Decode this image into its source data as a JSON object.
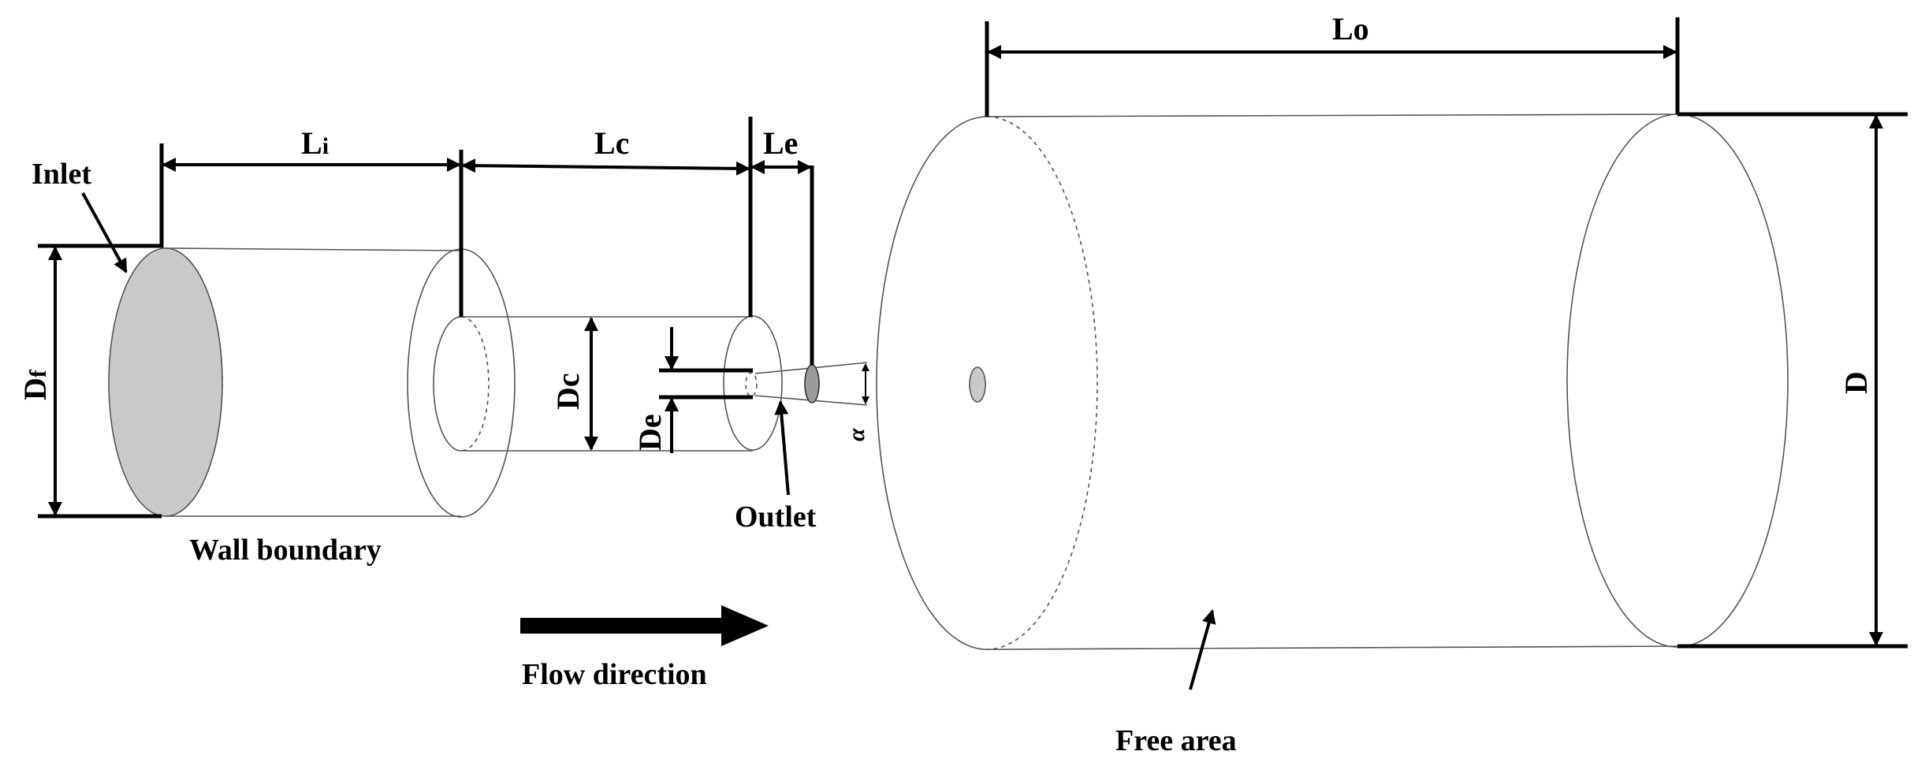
{
  "labels": {
    "inlet": "Inlet",
    "wall_boundary": "Wall boundary",
    "outlet": "Outlet",
    "flow_direction": "Flow direction",
    "free_area": "Free area",
    "li_main": "L",
    "li_sub": "i",
    "lc": "Lc",
    "le": "Le",
    "lo": "Lo",
    "df_main": "D",
    "df_sub": "f",
    "dc": "Dc",
    "de": "De",
    "d": "D",
    "alpha": "α"
  },
  "colors": {
    "inlet_fill": "#c8c9cb",
    "outlet_fill": "#9a9b9d",
    "line": "#555555",
    "dimension": "#000000"
  }
}
